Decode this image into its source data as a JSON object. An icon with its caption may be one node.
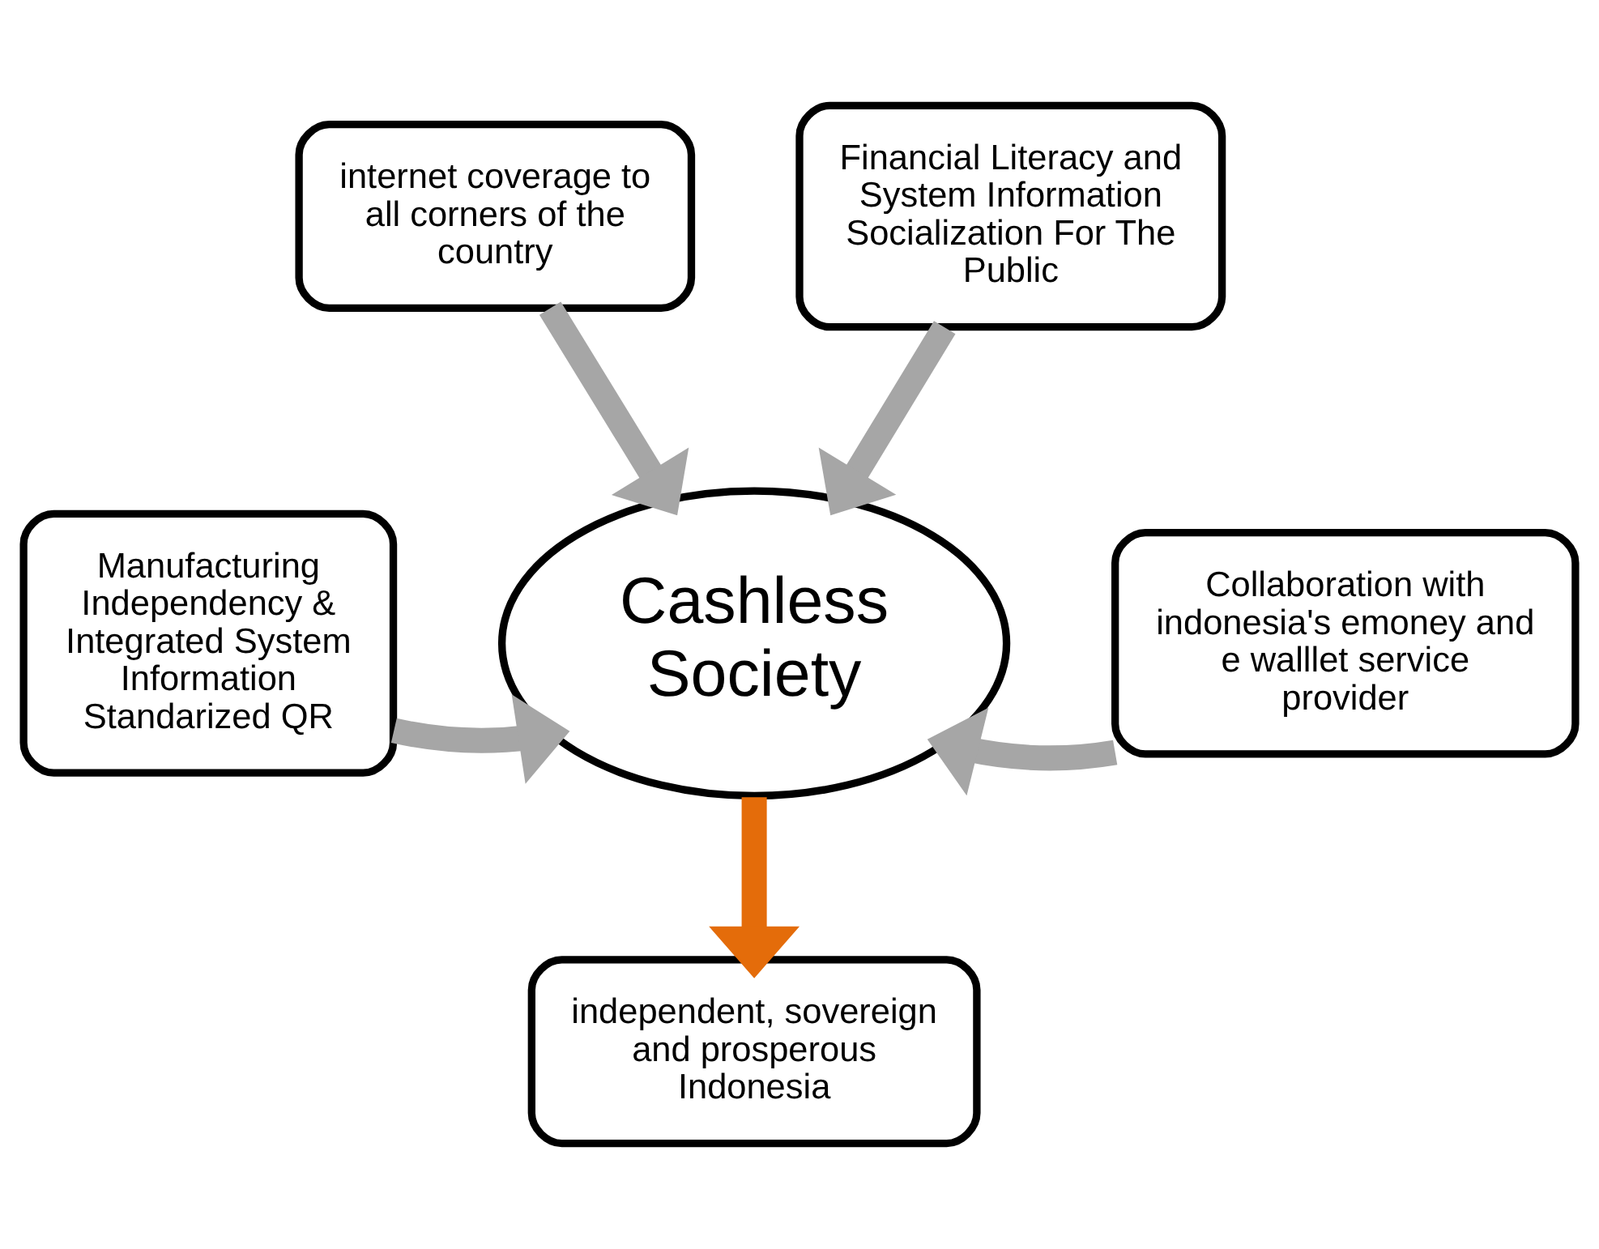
{
  "diagram": {
    "nodes": [
      {
        "text": [
          "internet coverage to all corners of the country"
        ]
      },
      {
        "text": [
          "Financial Literacy and System Information Socialization For The Public"
        ]
      },
      {
        "text": [
          "Manufacturing Independency & Integrated System Information",
          "Standarized QR"
        ]
      },
      {
        "text": [
          "Cashless Society"
        ]
      },
      {
        "text": [
          "Collaboration with indonesia's emoney and e walllet service provider"
        ]
      },
      {
        "text": [
          "independent, sovereign and prosperous Indonesia"
        ]
      }
    ],
    "edges": [
      {
        "from": 0,
        "to": 3,
        "arrow": "to"
      },
      {
        "from": 1,
        "to": 3,
        "arrow": "to"
      },
      {
        "from": 2,
        "to": 3,
        "arrow": "to"
      },
      {
        "from": 4,
        "to": 3,
        "arrow": "to"
      },
      {
        "from": 3,
        "to": 5,
        "arrow": "to",
        "color": "#e46c0a"
      }
    ]
  }
}
